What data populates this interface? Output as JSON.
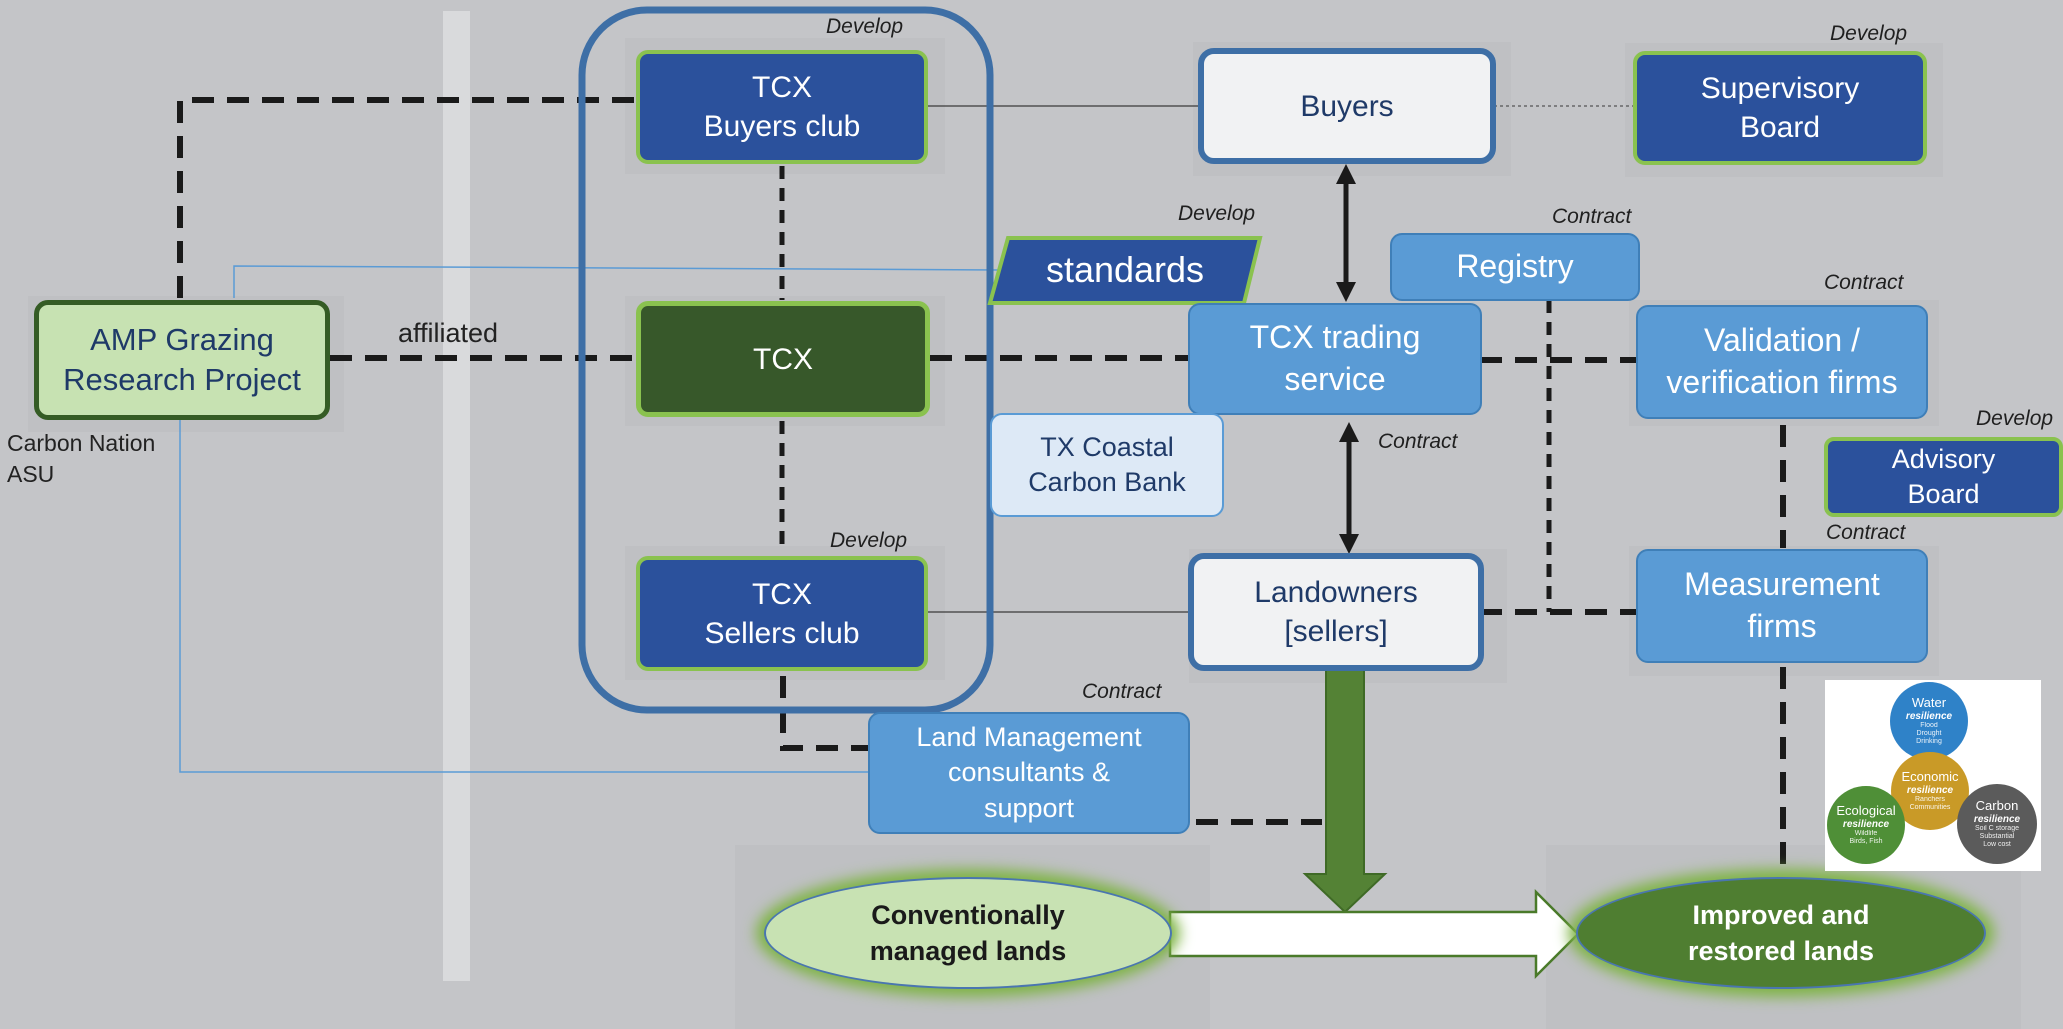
{
  "nodes": {
    "tcx_buyers_club": "TCX\nBuyers club",
    "tcx": "TCX",
    "tcx_sellers_club": "TCX\nSellers club",
    "buyers": "Buyers",
    "supervisory_board": "Supervisory\nBoard",
    "standards": "standards",
    "registry": "Registry",
    "trading_service": "TCX  trading\nservice",
    "validation_firms": "Validation /\nverification firms",
    "advisory_board": "Advisory\nBoard",
    "coastal_bank": "TX Coastal\nCarbon Bank",
    "landowners": "Landowners\n[sellers]",
    "measurement_firms": "Measurement\nfirms",
    "land_management": "Land Management\nconsultants &\nsupport",
    "amp": "AMP Grazing\nResearch Project",
    "conventional_lands": "Conventionally\nmanaged lands",
    "improved_lands": "Improved and\nrestored lands"
  },
  "labels": {
    "develop_buyers_club": "Develop",
    "develop_supervisory": "Develop",
    "develop_standards": "Develop",
    "develop_sellers_club": "Develop",
    "develop_advisory": "Develop",
    "contract_registry": "Contract",
    "contract_validation": "Contract",
    "contract_trading": "Contract",
    "contract_measurement": "Contract",
    "contract_land_mgmt": "Contract",
    "affiliated": "affiliated",
    "carbon_nation": "Carbon Nation\nASU"
  },
  "venn": {
    "water": {
      "title": "Water",
      "sub": "resilience",
      "desc": "Flood\nDrought\nDrinking"
    },
    "economic": {
      "title": "Economic",
      "sub": "resilience",
      "desc": "Ranchers\nCommunities"
    },
    "ecological": {
      "title": "Ecological",
      "sub": "resilience",
      "desc": "Wildlife\nBirds, Fish"
    },
    "carbon": {
      "title": "Carbon",
      "sub": "resilience",
      "desc": "Soil C storage\nSubstantial\nLow cost"
    }
  },
  "colors": {
    "background": "#c4c5c8",
    "navy_box": "#2b519c",
    "light_green_border": "#8ac24f",
    "light_blue_box": "#5a9bd5",
    "dark_green": "#37582a",
    "arrow_green": "#548235"
  }
}
